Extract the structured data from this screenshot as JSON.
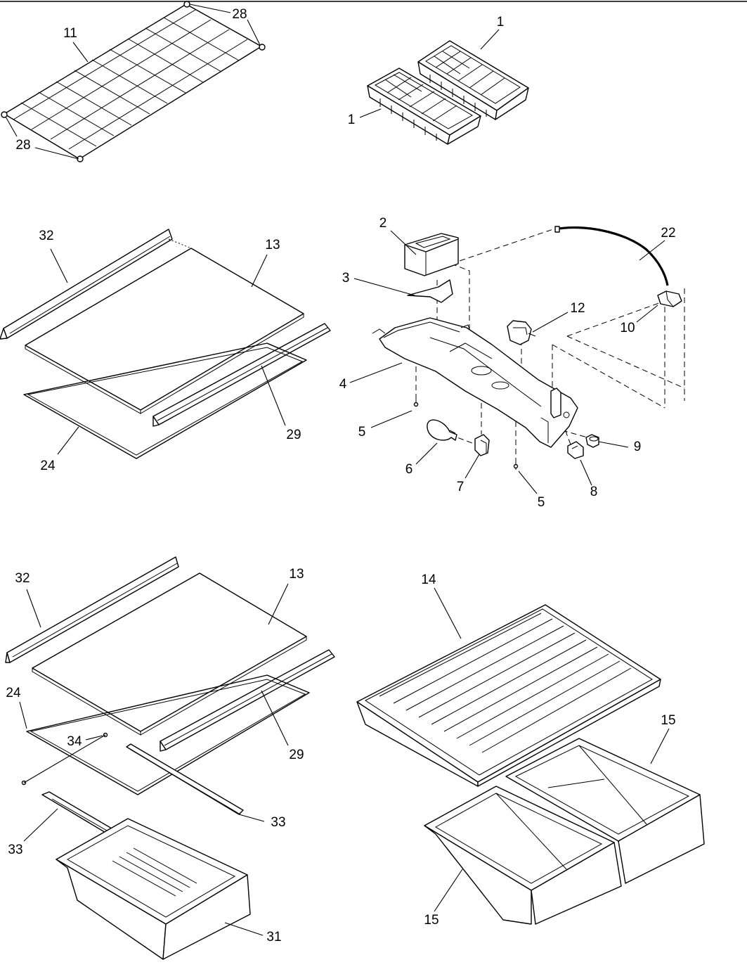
{
  "callouts": {
    "c1a": "1",
    "c1b": "1",
    "c2": "2",
    "c3": "3",
    "c4": "4",
    "c5a": "5",
    "c5b": "5",
    "c6": "6",
    "c7": "7",
    "c8": "8",
    "c9": "9",
    "c10": "10",
    "c11": "11",
    "c12": "12",
    "c13a": "13",
    "c13b": "13",
    "c14": "14",
    "c15a": "15",
    "c15b": "15",
    "c22": "22",
    "c24a": "24",
    "c24b": "24",
    "c28a": "28",
    "c28b": "28",
    "c29a": "29",
    "c29b": "29",
    "c31": "31",
    "c32a": "32",
    "c32b": "32",
    "c33a": "33",
    "c33b": "33",
    "c34": "34"
  }
}
